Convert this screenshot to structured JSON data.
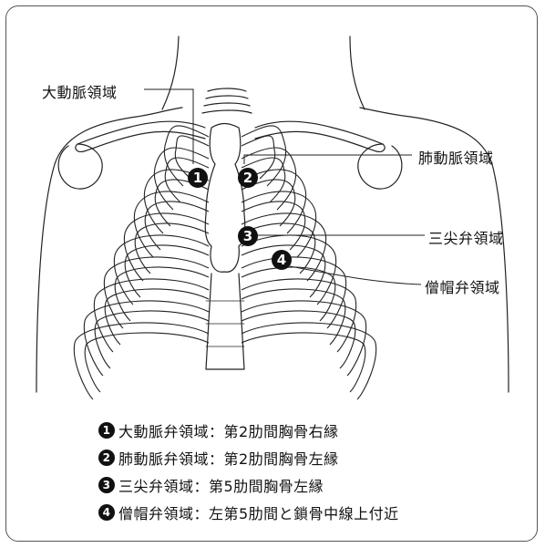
{
  "labels": {
    "aortic": "大動脈領域",
    "pulmonic": "肺動脈領域",
    "tricuspid": "三尖弁領域",
    "mitral": "僧帽弁領域"
  },
  "markers": [
    "1",
    "2",
    "3",
    "4"
  ],
  "legend": [
    {
      "num": "1",
      "text": "大動脈弁領域：第2肋間胸骨右縁"
    },
    {
      "num": "2",
      "text": "肺動脈弁領域：第2肋間胸骨左縁"
    },
    {
      "num": "3",
      "text": "三尖弁領域：第5肋間胸骨左縁"
    },
    {
      "num": "4",
      "text": "僧帽弁領域：左第5肋間と鎖骨中線上付近"
    }
  ]
}
